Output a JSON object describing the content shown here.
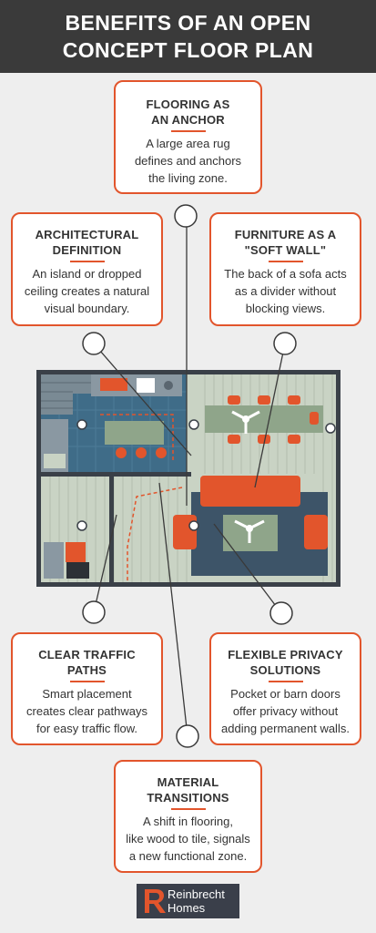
{
  "header": {
    "title_line1": "BENEFITS OF AN OPEN",
    "title_line2": "CONCEPT FLOOR PLAN"
  },
  "cards": {
    "flooring": {
      "title_line1": "FLOORING AS",
      "title_line2": "AN ANCHOR",
      "body_line1": "A large area rug",
      "body_line2": "defines and anchors",
      "body_line3": "the living zone."
    },
    "architectural": {
      "title_line1": "ARCHITECTURAL",
      "title_line2": "DEFINITION",
      "body_line1": "An island or dropped",
      "body_line2": "ceiling creates a natural",
      "body_line3": "visual boundary."
    },
    "furniture": {
      "title_line1": "FURNITURE AS A",
      "title_line2": "\"SOFT WALL\"",
      "body_line1": "The back of a sofa acts",
      "body_line2": "as a divider without",
      "body_line3": "blocking views."
    },
    "traffic": {
      "title_line1": "CLEAR TRAFFIC",
      "title_line2": "PATHS",
      "body_line1": "Smart placement",
      "body_line2": "creates clear pathways",
      "body_line3": "for easy traffic flow."
    },
    "privacy": {
      "title_line1": "FLEXIBLE PRIVACY",
      "title_line2": "SOLUTIONS",
      "body_line1": "Pocket or barn doors",
      "body_line2": "offer privacy without",
      "body_line3": "adding permanent walls."
    },
    "material": {
      "title_line1": "MATERIAL",
      "title_line2": "TRANSITIONS",
      "body_line1": "A shift in flooring,",
      "body_line2": "like wood to tile, signals",
      "body_line3": "a new functional zone."
    }
  },
  "logo": {
    "line1": "Reinbrecht",
    "line2": "Homes"
  },
  "colors": {
    "accent": "#e2552c",
    "header_bg": "#3a3a3a",
    "page_bg": "#eeeeee",
    "rug": "#3d5468",
    "floor": "#c9d3c4",
    "wall": "#3a4048"
  }
}
